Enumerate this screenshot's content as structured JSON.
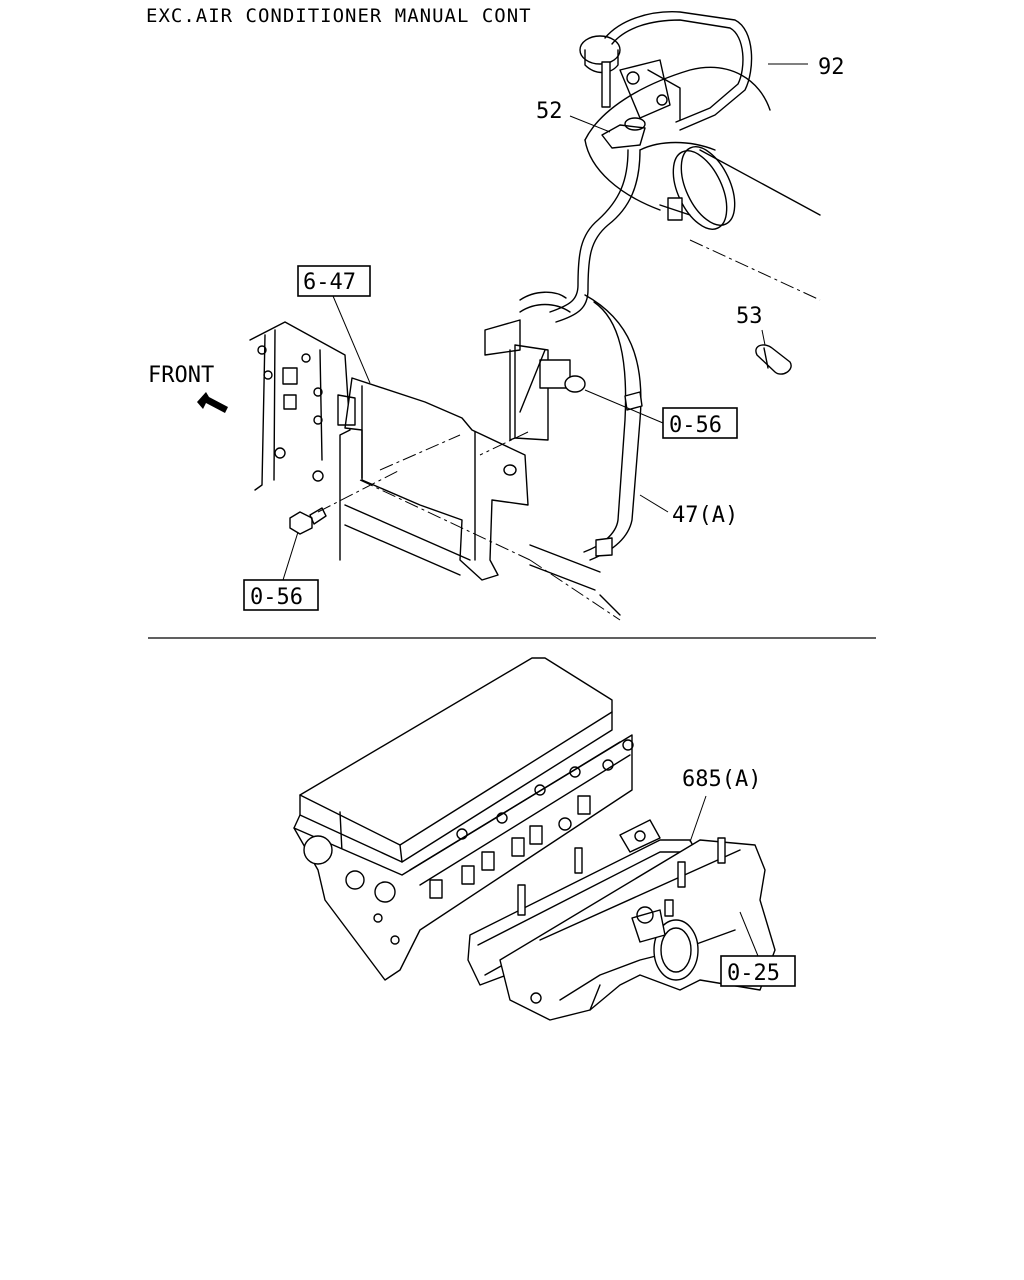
{
  "title": "EXC.AIR CONDITIONER MANUAL CONT",
  "direction_label": "FRONT",
  "callouts": {
    "c92": "92",
    "c52": "52",
    "c53": "53",
    "c647": "6-47",
    "c056_right": "0-56",
    "c47a": "47(A)",
    "c056_bottom": "0-56",
    "c685a": "685(A)",
    "c025": "0-25"
  },
  "colors": {
    "line": "#000000",
    "background": "#ffffff"
  }
}
